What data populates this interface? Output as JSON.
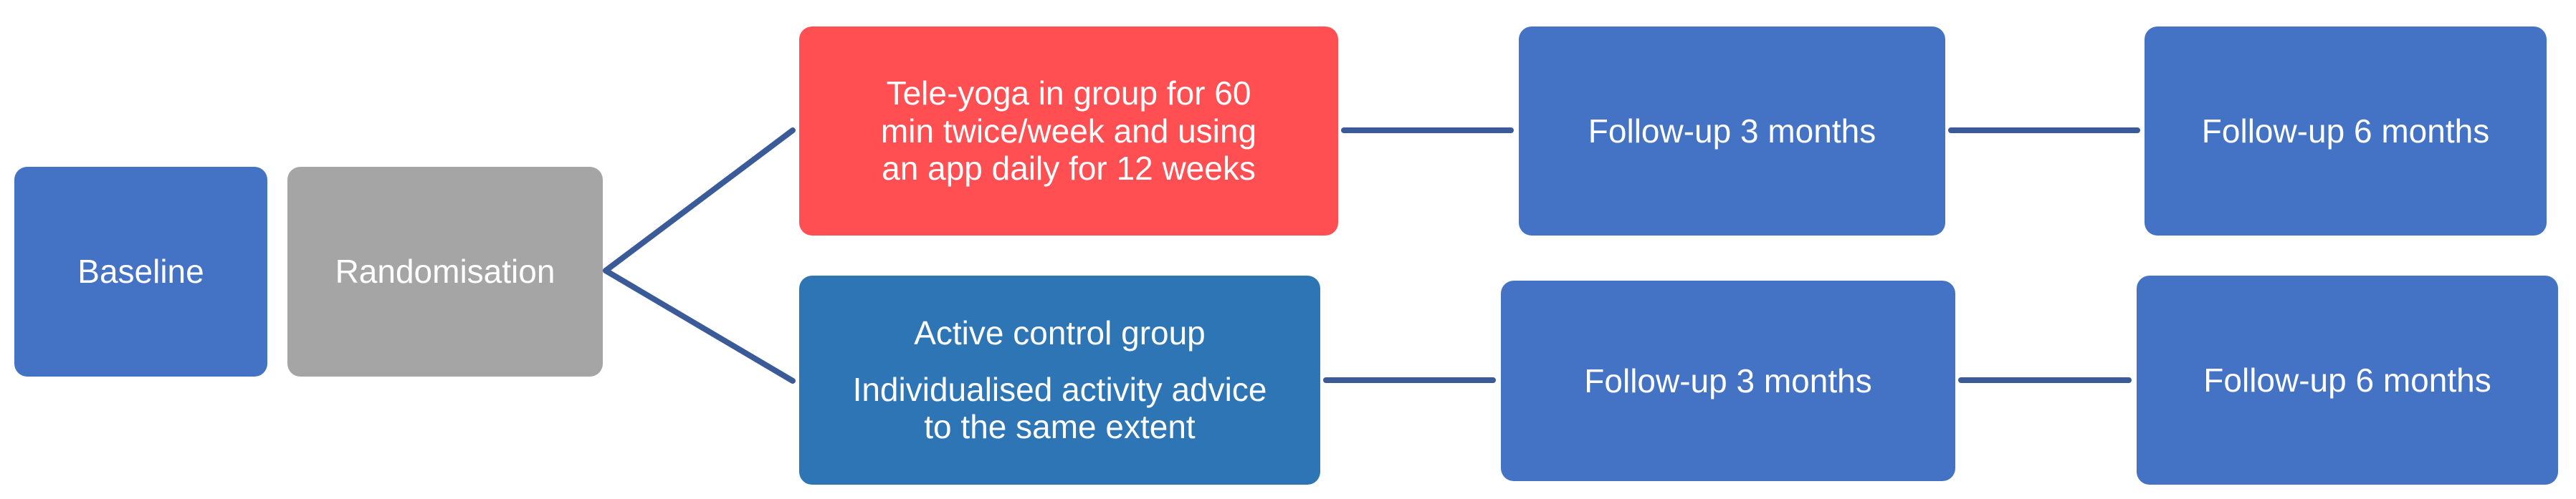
{
  "colors": {
    "blue": "#4472c4",
    "gray": "#a5a5a5",
    "red": "#ff4f52",
    "teal_blue": "#2e75b6",
    "connector": "#3a5a98",
    "text": "#ffffff"
  },
  "nodes": {
    "baseline": {
      "label": "Baseline"
    },
    "randomisation": {
      "label": "Randomisation"
    },
    "intervention": {
      "lines": [
        "Tele-yoga in group for 60",
        "min twice/week and using",
        "an app daily for 12 weeks"
      ]
    },
    "intervention_followup_3": {
      "label": "Follow-up 3 months"
    },
    "intervention_followup_6": {
      "label": "Follow-up 6 months"
    },
    "control": {
      "title": "Active control group",
      "lines": [
        "Individualised activity advice",
        "to the same extent"
      ]
    },
    "control_followup_3": {
      "label": "Follow-up 3 months"
    },
    "control_followup_6": {
      "label": "Follow-up 6 months"
    }
  }
}
